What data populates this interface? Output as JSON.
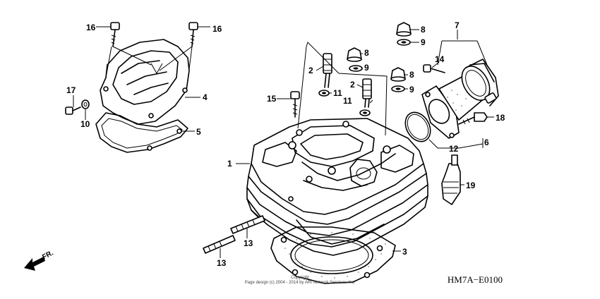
{
  "diagram": {
    "code": "HM7A−E0100",
    "copyright_line1": "Copyright",
    "copyright_line2": "Page design (c) 2004 - 2014 by ARI Network Services, Inc.",
    "front_label": "FR.",
    "callouts": {
      "n1": "1",
      "n2a": "2",
      "n2b": "2",
      "n3": "3",
      "n4": "4",
      "n5": "5",
      "n6": "6",
      "n7": "7",
      "n8a": "8",
      "n8b": "8",
      "n8c": "8",
      "n9a": "9",
      "n9b": "9",
      "n9c": "9",
      "n10": "10",
      "n11a": "11",
      "n11b": "11",
      "n12": "12",
      "n13a": "13",
      "n13b": "13",
      "n14": "14",
      "n15": "15",
      "n16a": "16",
      "n16b": "16",
      "n17": "17",
      "n18": "18",
      "n19": "19"
    }
  }
}
